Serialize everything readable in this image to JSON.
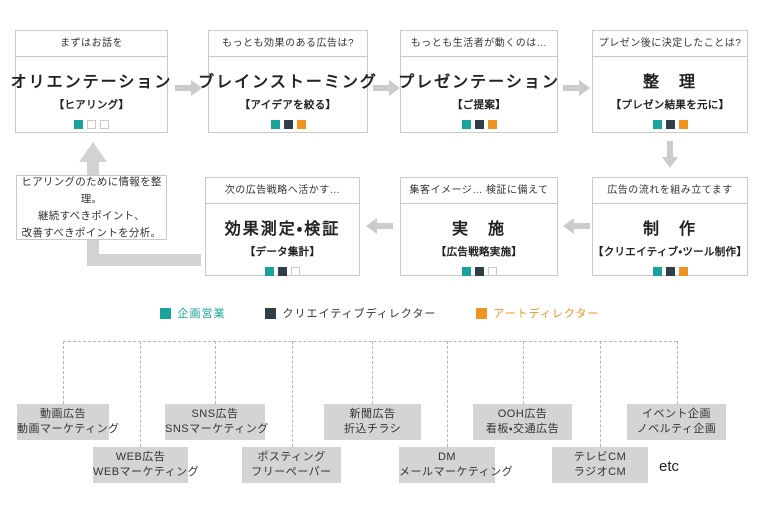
{
  "colors": {
    "kikaku": "#1aa39d",
    "creative": "#2f3f4a",
    "art": "#ef941e",
    "arrow": "#cbcbcb",
    "feedback_arrow": "#d2d2d2",
    "media_box": "#d4d4d4"
  },
  "flow": {
    "boxes": [
      {
        "header": "まずはお話を",
        "title": "オリエンテーション",
        "subtitle": "【ヒアリング】",
        "squares": [
          "kikaku",
          "none",
          "none"
        ]
      },
      {
        "header": "もっとも効果のある広告は?",
        "title": "ブレインストーミング",
        "subtitle": "【アイデアを絞る】",
        "squares": [
          "kikaku",
          "creative",
          "art"
        ]
      },
      {
        "header": "もっとも生活者が動くのは…",
        "title": "プレゼンテーション",
        "subtitle": "【ご提案】",
        "squares": [
          "kikaku",
          "creative",
          "art"
        ]
      },
      {
        "header": "プレゼン後に決定したことは?",
        "title": "整　理",
        "subtitle": "【プレゼン結果を元に】",
        "squares": [
          "kikaku",
          "creative",
          "art"
        ]
      },
      {
        "header": "広告の流れを組み立てます",
        "title": "制　作",
        "subtitle": "【クリエイティブ・ツール制作】",
        "squares": [
          "kikaku",
          "creative",
          "art"
        ]
      },
      {
        "header": "集客イメージ… 検証に備えて",
        "title": "実　施",
        "subtitle": "【広告戦略実施】",
        "squares": [
          "kikaku",
          "creative",
          "none"
        ]
      },
      {
        "header": "次の広告戦略へ活かす…",
        "title": "効果測定・検証",
        "subtitle": "【データ集計】",
        "squares": [
          "kikaku",
          "creative",
          "none"
        ]
      }
    ],
    "note": {
      "line1": "ヒアリングのために情報を整理。",
      "line2": "継続すべきポイント、",
      "line3": "改善すべきポイントを分析。"
    }
  },
  "legend": {
    "items": [
      {
        "label": "企画営業",
        "swatch_color": "#1aa39d",
        "text_color": "#1aa39d"
      },
      {
        "label": "クリエイティブディレクター",
        "swatch_color": "#2f3f4a",
        "text_color": "#333333"
      },
      {
        "label": "アートディレクター",
        "swatch_color": "#ef941e",
        "text_color": "#ef941e"
      }
    ]
  },
  "media": {
    "items": [
      {
        "line1": "動画広告",
        "line2": "動画マーケティング"
      },
      {
        "line1": "WEB広告",
        "line2": "WEBマーケティング"
      },
      {
        "line1": "SNS広告",
        "line2": "SNSマーケティング"
      },
      {
        "line1": "ポスティング",
        "line2": "フリーペーパー"
      },
      {
        "line1": "新聞広告",
        "line2": "折込チラシ"
      },
      {
        "line1": "DM",
        "line2": "メールマーケティング"
      },
      {
        "line1": "OOH広告",
        "line2": "看板・交通広告"
      },
      {
        "line1": "テレビCM",
        "line2": "ラジオCM"
      },
      {
        "line1": "イベント企画",
        "line2": "ノベルティ企画"
      }
    ],
    "etc": "etc"
  }
}
